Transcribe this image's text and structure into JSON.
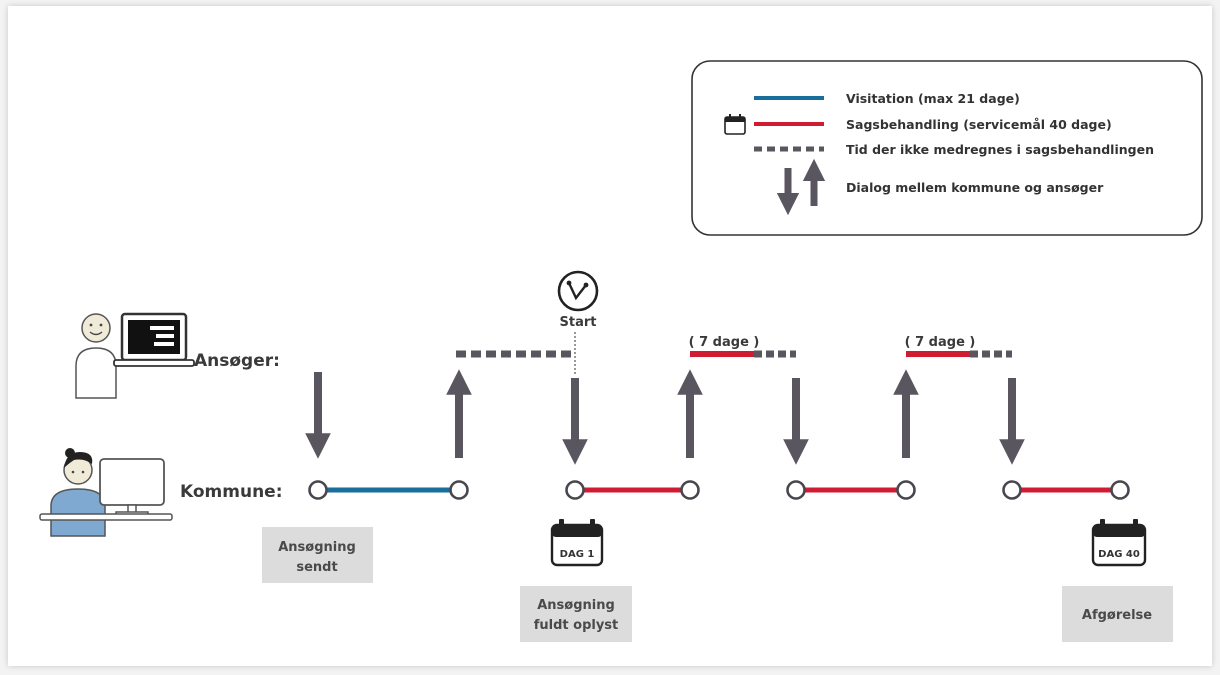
{
  "colors": {
    "visitation": "#1a6e9c",
    "sagsbehandling": "#d01c33",
    "dotted": "#5a5660",
    "arrow": "#5a5660",
    "labelBox": "#dcdcdc"
  },
  "legend": {
    "items": [
      {
        "line": "visitation",
        "label": "Visitation (max 21 dage)"
      },
      {
        "line": "sagsbehandling",
        "label": "Sagsbehandling (servicemål 40 dage)"
      },
      {
        "line": "dotted",
        "label": "Tid der ikke medregnes i sagsbehandlingen"
      },
      {
        "line": "arrows",
        "label": "Dialog mellem kommune og ansøger"
      }
    ]
  },
  "rows": {
    "applicant_label": "Ansøger:",
    "municipality_label": "Kommune:"
  },
  "start_label": "Start",
  "seven_days_label": "( 7 dage )",
  "calendars": {
    "day1": "DAG 1",
    "day40": "DAG 40"
  },
  "label_boxes": {
    "sent": [
      "Ansøgning",
      "sendt"
    ],
    "clarified": [
      "Ansøgning",
      "fuldt oplyst"
    ],
    "decision": [
      "Afgørelse"
    ]
  },
  "icons": [
    "applicant-person-icon",
    "laptop-icon",
    "municipality-person-icon",
    "monitor-icon",
    "clock-start-icon",
    "calendar-icon"
  ]
}
